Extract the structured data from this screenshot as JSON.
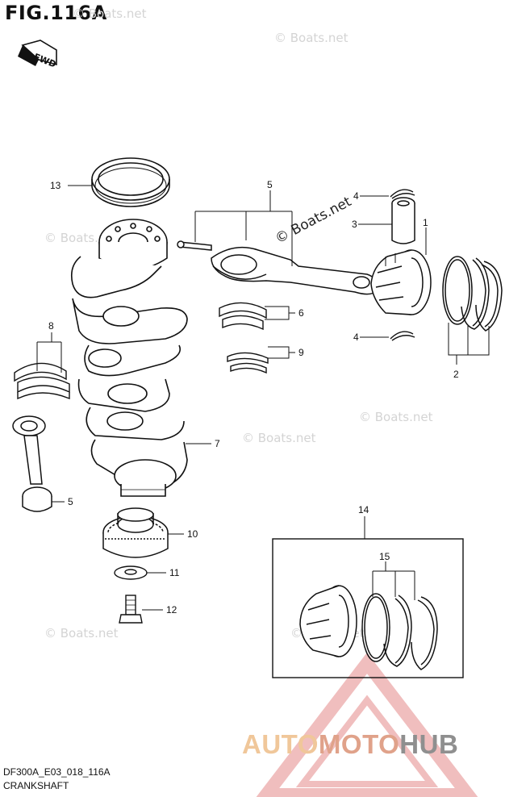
{
  "figure": {
    "title": "FIG.116A",
    "code": "DF300A_E03_018_116A",
    "name": "CRANKSHAFT",
    "direction_label": "FWD"
  },
  "watermarks": {
    "site": "© Boats.net"
  },
  "brand": {
    "part1": "AUTO",
    "part2": "MOTO",
    "part3": "HUB",
    "colors": {
      "part1": "#f0c79a",
      "part2": "#e0a28a",
      "part3": "#8f8f8f",
      "triangle": "#e48a8a"
    }
  },
  "callouts": {
    "c1": "1",
    "c2": "2",
    "c3": "3",
    "c4a": "4",
    "c4b": "4",
    "c5a": "5",
    "c5b": "5",
    "c6": "6",
    "c7": "7",
    "c8": "8",
    "c9": "9",
    "c10": "10",
    "c11": "11",
    "c12": "12",
    "c13": "13",
    "c14": "14",
    "c15": "15"
  }
}
